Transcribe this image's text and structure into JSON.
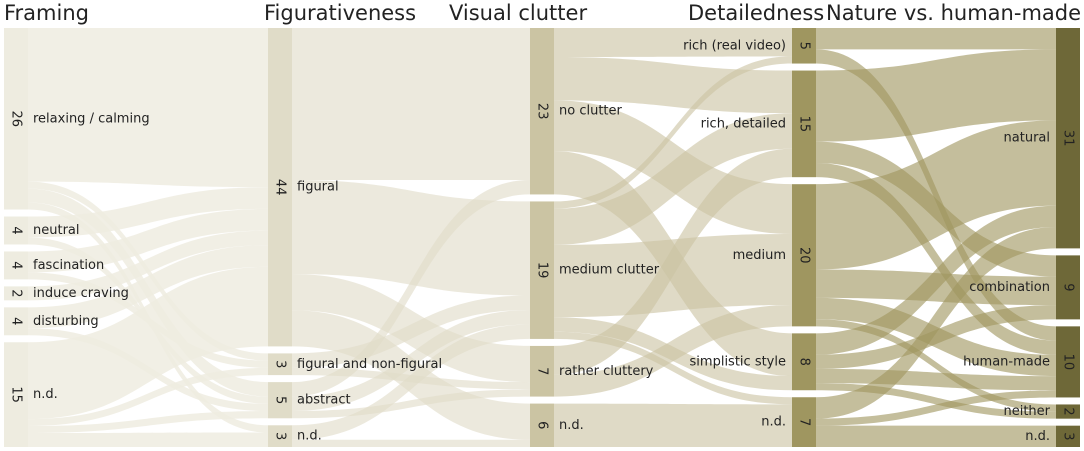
{
  "chart_data": {
    "type": "sankey",
    "stages": [
      {
        "title": "Framing",
        "color": "#eeece0",
        "label_side": "right",
        "categories": [
          {
            "label": "relaxing / calming",
            "count": 26
          },
          {
            "label": "neutral",
            "count": 4
          },
          {
            "label": "fascination",
            "count": 4
          },
          {
            "label": "induce craving",
            "count": 2
          },
          {
            "label": "disturbing",
            "count": 4
          },
          {
            "label": "n.d.",
            "count": 15
          }
        ]
      },
      {
        "title": "Figurativeness",
        "color": "#e0dcc8",
        "label_side": "right",
        "categories": [
          {
            "label": "figural",
            "count": 44
          },
          {
            "label": "figural and non-figural",
            "count": 3
          },
          {
            "label": "abstract",
            "count": 5
          },
          {
            "label": "n.d.",
            "count": 3
          }
        ]
      },
      {
        "title": "Visual clutter",
        "color": "#cbc4a3",
        "label_side": "right",
        "categories": [
          {
            "label": "no clutter",
            "count": 23
          },
          {
            "label": "medium clutter",
            "count": 19
          },
          {
            "label": "rather cluttery",
            "count": 7
          },
          {
            "label": "n.d.",
            "count": 6
          }
        ]
      },
      {
        "title": "Detailedness",
        "color": "#9f9660",
        "label_side": "left",
        "categories": [
          {
            "label": "rich (real video)",
            "count": 5
          },
          {
            "label": "rich, detailed",
            "count": 15
          },
          {
            "label": "medium",
            "count": 20
          },
          {
            "label": "simplistic style",
            "count": 8
          },
          {
            "label": "n.d.",
            "count": 7
          }
        ]
      },
      {
        "title": "Nature vs. human-made",
        "color": "#6e6838",
        "label_side": "left",
        "categories": [
          {
            "label": "natural",
            "count": 31
          },
          {
            "label": "combination",
            "count": 9
          },
          {
            "label": "human-made",
            "count": 10
          },
          {
            "label": "neither",
            "count": 2
          },
          {
            "label": "n.d.",
            "count": 3
          }
        ]
      }
    ],
    "links": [
      {
        "stage": 0,
        "source": "relaxing / calming",
        "target": "figural",
        "value": 22
      },
      {
        "stage": 0,
        "source": "relaxing / calming",
        "target": "figural and non-figural",
        "value": 1
      },
      {
        "stage": 0,
        "source": "relaxing / calming",
        "target": "abstract",
        "value": 2
      },
      {
        "stage": 0,
        "source": "relaxing / calming",
        "target": "n.d.",
        "value": 1
      },
      {
        "stage": 0,
        "source": "neutral",
        "target": "figural",
        "value": 3
      },
      {
        "stage": 0,
        "source": "neutral",
        "target": "abstract",
        "value": 1
      },
      {
        "stage": 0,
        "source": "fascination",
        "target": "figural",
        "value": 3
      },
      {
        "stage": 0,
        "source": "fascination",
        "target": "figural and non-figural",
        "value": 1
      },
      {
        "stage": 0,
        "source": "induce craving",
        "target": "figural",
        "value": 2
      },
      {
        "stage": 0,
        "source": "disturbing",
        "target": "figural",
        "value": 3
      },
      {
        "stage": 0,
        "source": "disturbing",
        "target": "abstract",
        "value": 1
      },
      {
        "stage": 0,
        "source": "n.d.",
        "target": "figural",
        "value": 11
      },
      {
        "stage": 0,
        "source": "n.d.",
        "target": "figural and non-figural",
        "value": 1
      },
      {
        "stage": 0,
        "source": "n.d.",
        "target": "abstract",
        "value": 1
      },
      {
        "stage": 0,
        "source": "n.d.",
        "target": "n.d.",
        "value": 2
      },
      {
        "stage": 1,
        "source": "figural",
        "target": "no clutter",
        "value": 21
      },
      {
        "stage": 1,
        "source": "figural",
        "target": "medium clutter",
        "value": 13
      },
      {
        "stage": 1,
        "source": "figural",
        "target": "rather cluttery",
        "value": 5
      },
      {
        "stage": 1,
        "source": "figural",
        "target": "n.d.",
        "value": 5
      },
      {
        "stage": 1,
        "source": "figural and non-figural",
        "target": "medium clutter",
        "value": 2
      },
      {
        "stage": 1,
        "source": "figural and non-figural",
        "target": "rather cluttery",
        "value": 1
      },
      {
        "stage": 1,
        "source": "abstract",
        "target": "no clutter",
        "value": 2
      },
      {
        "stage": 1,
        "source": "abstract",
        "target": "medium clutter",
        "value": 2
      },
      {
        "stage": 1,
        "source": "abstract",
        "target": "rather cluttery",
        "value": 1
      },
      {
        "stage": 1,
        "source": "n.d.",
        "target": "medium clutter",
        "value": 2
      },
      {
        "stage": 1,
        "source": "n.d.",
        "target": "n.d.",
        "value": 1
      },
      {
        "stage": 2,
        "source": "no clutter",
        "target": "rich (real video)",
        "value": 4
      },
      {
        "stage": 2,
        "source": "no clutter",
        "target": "rich, detailed",
        "value": 6
      },
      {
        "stage": 2,
        "source": "no clutter",
        "target": "medium",
        "value": 7
      },
      {
        "stage": 2,
        "source": "no clutter",
        "target": "simplistic style",
        "value": 6
      },
      {
        "stage": 2,
        "source": "medium clutter",
        "target": "rich (real video)",
        "value": 1
      },
      {
        "stage": 2,
        "source": "medium clutter",
        "target": "rich, detailed",
        "value": 5
      },
      {
        "stage": 2,
        "source": "medium clutter",
        "target": "medium",
        "value": 10
      },
      {
        "stage": 2,
        "source": "medium clutter",
        "target": "simplistic style",
        "value": 2
      },
      {
        "stage": 2,
        "source": "medium clutter",
        "target": "n.d.",
        "value": 1
      },
      {
        "stage": 2,
        "source": "rather cluttery",
        "target": "rich, detailed",
        "value": 4
      },
      {
        "stage": 2,
        "source": "rather cluttery",
        "target": "medium",
        "value": 3
      },
      {
        "stage": 2,
        "source": "n.d.",
        "target": "n.d.",
        "value": 6
      },
      {
        "stage": 3,
        "source": "rich (real video)",
        "target": "natural",
        "value": 3
      },
      {
        "stage": 3,
        "source": "rich (real video)",
        "target": "human-made",
        "value": 2
      },
      {
        "stage": 3,
        "source": "rich, detailed",
        "target": "natural",
        "value": 10
      },
      {
        "stage": 3,
        "source": "rich, detailed",
        "target": "combination",
        "value": 3
      },
      {
        "stage": 3,
        "source": "rich, detailed",
        "target": "human-made",
        "value": 2
      },
      {
        "stage": 3,
        "source": "medium",
        "target": "natural",
        "value": 12
      },
      {
        "stage": 3,
        "source": "medium",
        "target": "combination",
        "value": 4
      },
      {
        "stage": 3,
        "source": "medium",
        "target": "human-made",
        "value": 3
      },
      {
        "stage": 3,
        "source": "medium",
        "target": "neither",
        "value": 1
      },
      {
        "stage": 3,
        "source": "simplistic style",
        "target": "natural",
        "value": 3
      },
      {
        "stage": 3,
        "source": "simplistic style",
        "target": "combination",
        "value": 2
      },
      {
        "stage": 3,
        "source": "simplistic style",
        "target": "human-made",
        "value": 2
      },
      {
        "stage": 3,
        "source": "simplistic style",
        "target": "neither",
        "value": 1
      },
      {
        "stage": 3,
        "source": "n.d.",
        "target": "natural",
        "value": 3
      },
      {
        "stage": 3,
        "source": "n.d.",
        "target": "human-made",
        "value": 1
      },
      {
        "stage": 3,
        "source": "n.d.",
        "target": "n.d.",
        "value": 3
      }
    ]
  }
}
